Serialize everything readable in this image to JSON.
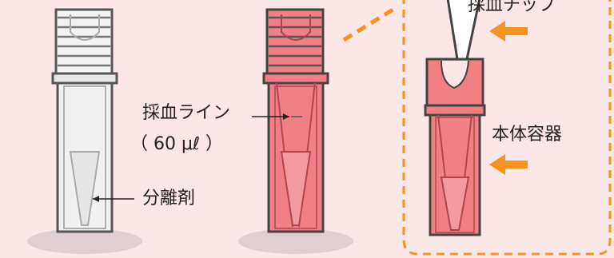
{
  "labels": {
    "separator": "分離剤",
    "collection_line": "採血ライン",
    "volume": "（ 60 μℓ ）",
    "tip": "採血チップ",
    "body_container": "本体容器"
  },
  "colors": {
    "background": "#fbe7e8",
    "tube_fill": "#f07f86",
    "tube_light": "#f6a9ae",
    "outline": "#3a3a3a",
    "arrow": "#f5931f",
    "dash": "#f5931f"
  }
}
